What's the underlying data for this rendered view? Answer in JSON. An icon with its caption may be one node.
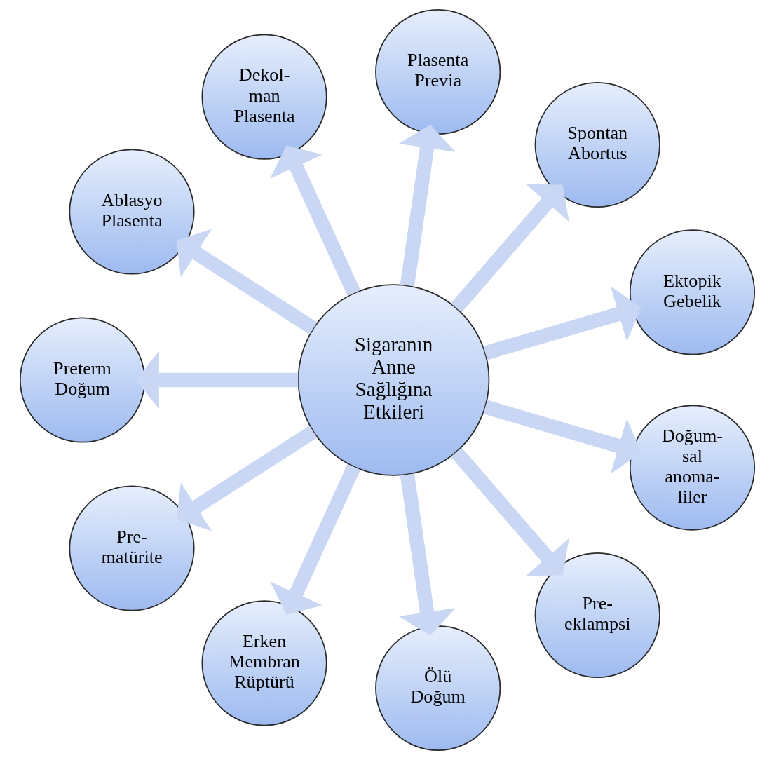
{
  "diagram": {
    "nodes": [
      {
        "text": [
          "Sigaranın Anne Sağlığına Etkileri"
        ]
      },
      {
        "text": [
          "Ektopik Gebelik"
        ]
      },
      {
        "text": [
          "Spontan Abortus"
        ]
      },
      {
        "text": [
          "Plasenta Previa"
        ]
      },
      {
        "text": [
          "Dekol-man Plasenta"
        ]
      },
      {
        "text": [
          "Ablasyo Plasenta"
        ]
      },
      {
        "text": [
          "Preterm Doğum"
        ]
      },
      {
        "text": [
          "Pre-matürite"
        ]
      },
      {
        "text": [
          "Erken Membran Rüptürü"
        ]
      },
      {
        "text": [
          "Ölü Doğum"
        ]
      },
      {
        "text": [
          "Pre-eklampsi"
        ]
      },
      {
        "text": [
          "Doğum-sal anoma-liler"
        ]
      }
    ],
    "edges": [
      {
        "from": 0,
        "to": 1,
        "arrow": "to"
      },
      {
        "from": 0,
        "to": 2,
        "arrow": "to"
      },
      {
        "from": 0,
        "to": 3,
        "arrow": "to"
      },
      {
        "from": 0,
        "to": 4,
        "arrow": "to"
      },
      {
        "from": 0,
        "to": 5,
        "arrow": "to"
      },
      {
        "from": 0,
        "to": 6,
        "arrow": "to"
      },
      {
        "from": 0,
        "to": 7,
        "arrow": "to"
      },
      {
        "from": 0,
        "to": 8,
        "arrow": "to"
      },
      {
        "from": 0,
        "to": 9,
        "arrow": "to"
      },
      {
        "from": 0,
        "to": 10,
        "arrow": "to"
      },
      {
        "from": 0,
        "to": 11,
        "arrow": "to"
      }
    ]
  }
}
